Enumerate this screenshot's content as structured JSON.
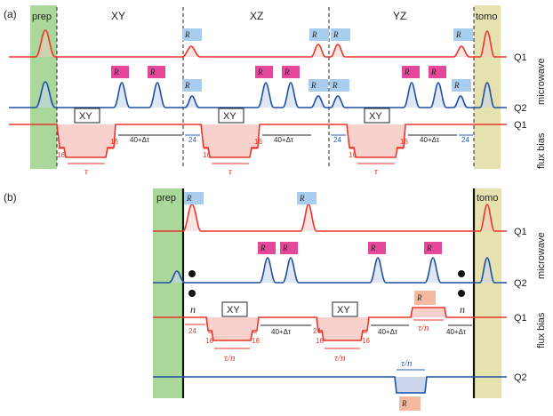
{
  "colors": {
    "red": "#e8362a",
    "blue": "#1f4fa0",
    "red_fill": "#f7c9c4",
    "blue_fill": "#c9d6ec",
    "prep_bg": "#a9d89a",
    "tomo_bg": "#e6e2b0",
    "pulse_label_pink": "#e5489a",
    "pulse_label_blue": "#a9cdef",
    "pulse_label_orange": "#f5b8a0",
    "interval_black": "#222222",
    "interval_blue": "#2a5db0"
  },
  "panel_a": {
    "label": "(a)",
    "sections": {
      "prep": "prep",
      "xy": "XY",
      "xz": "XZ",
      "yz": "YZ",
      "tomo": "tomo"
    },
    "pulses_q1": {
      "xz": "R",
      "yz_1": "R",
      "yz_2": "R",
      "end": "R"
    },
    "pulses_q2": {
      "p1": "R",
      "p2": "R",
      "xz": "R",
      "p3": "R",
      "p4": "R",
      "xz_2": "R",
      "yz": "R",
      "p5": "R",
      "p6": "R",
      "end": "R"
    },
    "flux": {
      "box": "XY",
      "t16": "16",
      "t24": "24",
      "delay": "40+Δτ",
      "tau": "τ"
    }
  },
  "panel_b": {
    "label": "(b)",
    "sections": {
      "prep": "prep",
      "tomo": "tomo"
    },
    "pulses": {
      "q1": "R",
      "q1_mid": "R",
      "q2_a": "R",
      "q2_b": "R",
      "q2_c": "R",
      "q2_d": "R",
      "z": "R"
    },
    "flux": {
      "box": "XY",
      "t16": "16",
      "t24": "24",
      "delay": "40+Δτ",
      "tau_n": "τ/n",
      "n": "n"
    }
  },
  "row_labels": {
    "q1": "Q1",
    "q2": "Q2"
  },
  "side_labels": {
    "microwave": "microwave",
    "flux_bias": "flux bias"
  }
}
